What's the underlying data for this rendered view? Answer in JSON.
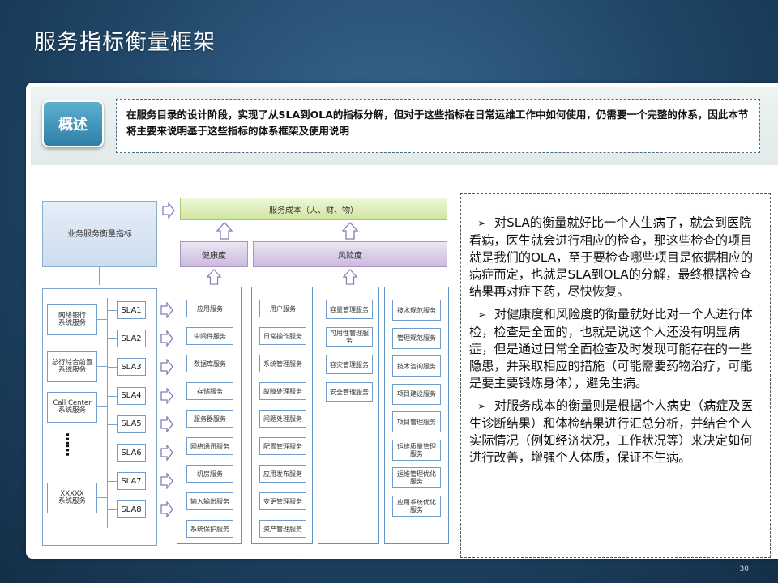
{
  "slide": {
    "title": "服务指标衡量框架",
    "page_number": "30"
  },
  "overview": {
    "badge": "概述",
    "text": "在服务目录的设计阶段，实现了从SLA到OLA的指标分解，但对于这些指标在日常运维工作中如何使用，仍需要一个完整的体系，因此本节将主要来说明基于这些指标的体系框架及使用说明"
  },
  "diagram": {
    "header_box": "业务服务衡量指标",
    "cost_bar": "服务成本（人、财、物）",
    "health_header": "健康度",
    "risk_header": "风险度",
    "business_services": [
      "网络银行\n系统服务",
      "总行综合前置\n系统服务",
      "Call Center\n系统服务",
      "XXXXX\n系统服务"
    ],
    "ellipsis": "……",
    "sla_labels": [
      "SLA1",
      "SLA2",
      "SLA3",
      "SLA4",
      "SLA5",
      "SLA6",
      "SLA7",
      "SLA8"
    ],
    "health_items": [
      "应用服务",
      "中间件服务",
      "数据库服务",
      "存储服务",
      "服务器服务",
      "网络通讯服务",
      "机房服务",
      "输入输出服务",
      "系统保护服务"
    ],
    "risk_col1": [
      "用户服务",
      "日常操作服务",
      "系统管理服务",
      "故障处理服务",
      "问题处理服务",
      "配置管理服务",
      "应用发布服务",
      "变更管理服务",
      "资产管理服务"
    ],
    "risk_col2": [
      "容量管理服务",
      "可用性管理服务",
      "容灾管理服务",
      "安全管理服务"
    ],
    "risk_col3": [
      "技术规范服务",
      "管理规范服务",
      "技术咨询服务",
      "项目建设服务",
      "项目管理服务",
      "运维质量管理服务",
      "运维管理优化服务",
      "应用系统优化服务"
    ]
  },
  "explanation": {
    "bullet_icon": "arrow-bullet-icon",
    "paragraphs": [
      "对SLA的衡量就好比一个人生病了，就会到医院看病，医生就会进行相应的检查，那这些检查的项目就是我们的OLA，至于要检查哪些项目是依据相应的病症而定，也就是SLA到OLA的分解，最终根据检查结果再对症下药，尽快恢复。",
      "对健康度和风险度的衡量就好比对一个人进行体检，检查是全面的，也就是说这个人还没有明显病症，但是通过日常全面检查及时发现可能存在的一些隐患，并采取相应的措施（可能需要药物治疗，可能是要主要锻炼身体），避免生病。",
      "对服务成本的衡量则是根据个人病史（病症及医生诊断结果）和体检结果进行汇总分析，并结合个人实际情况（例如经济状况，工作状况等）来决定如何进行改善，增强个人体质，保证不生病。"
    ]
  },
  "colors": {
    "badge": "#2e7fa6",
    "cost_bar": "#cfe59e",
    "risk_bar": "#cbbade",
    "diagram_border": "#5e94c8"
  }
}
